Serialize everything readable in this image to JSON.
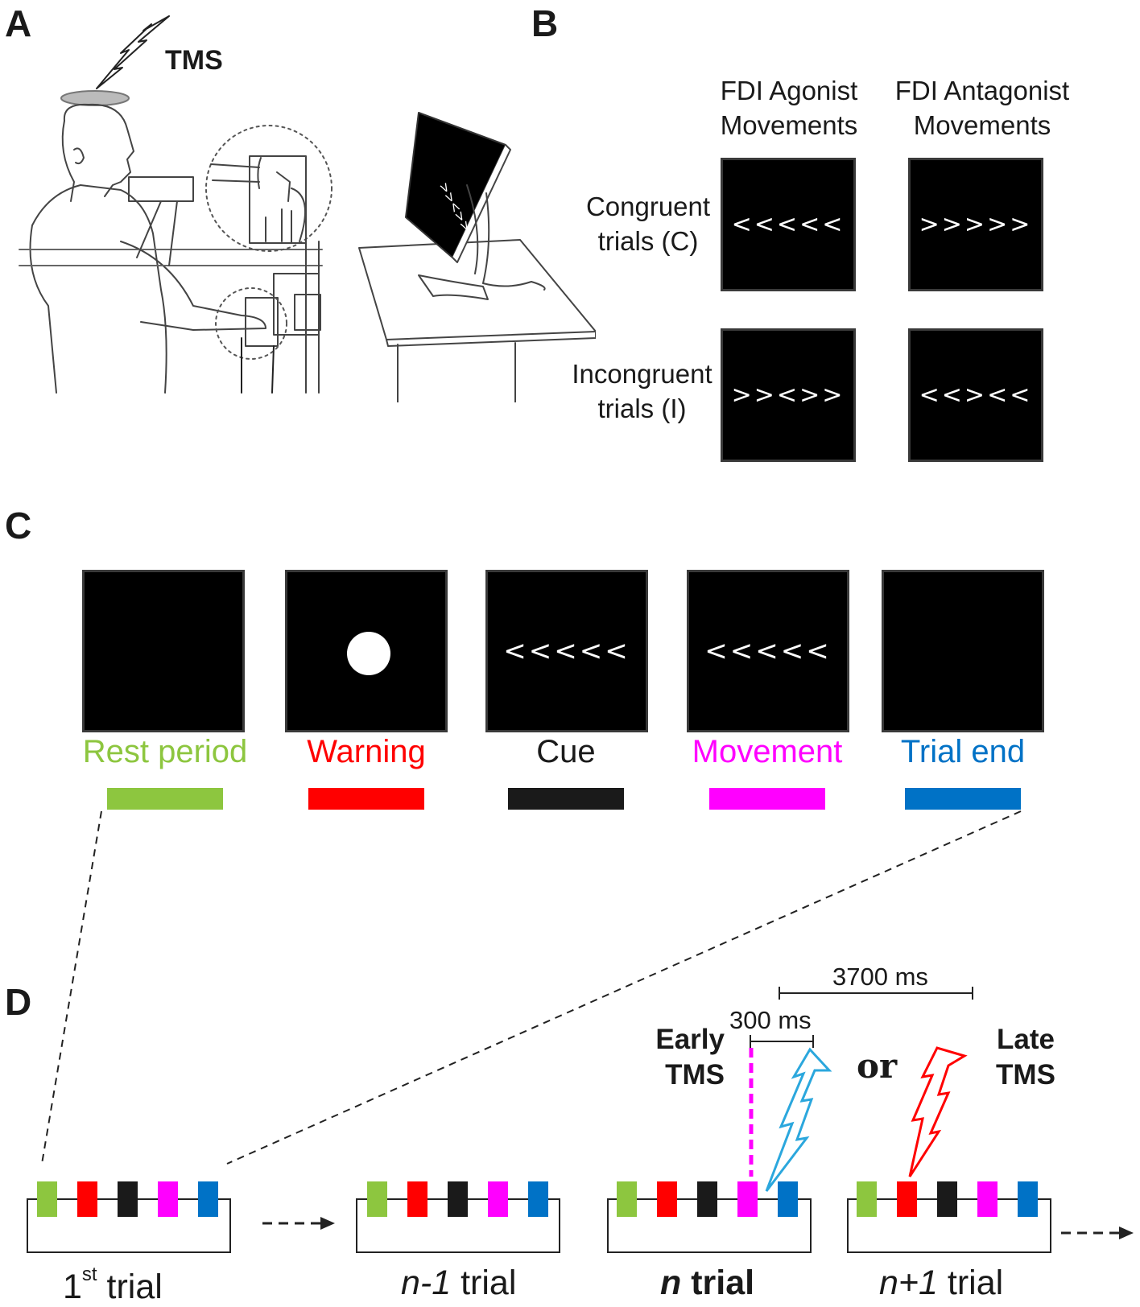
{
  "panels": {
    "a": "A",
    "b": "B",
    "c": "C",
    "d": "D"
  },
  "panel_a": {
    "tms_label": "TMS",
    "monitor_arrows": ">><>>"
  },
  "panel_b": {
    "col_agonist": [
      "FDI Agonist",
      "Movements"
    ],
    "col_antagonist": [
      "FDI Antagonist",
      "Movements"
    ],
    "row_congruent": [
      "Congruent",
      "trials (C)"
    ],
    "row_incongruent": [
      "Incongruent",
      "trials (I)"
    ],
    "screens": {
      "congruent_agonist": "<<<<<",
      "congruent_antagonist": ">>>>>",
      "incongruent_agonist": ">><>>",
      "incongruent_antagonist": "<<><<"
    }
  },
  "panel_c": {
    "phases": [
      {
        "label": "Rest period",
        "color": "#8dc63f",
        "screen": ""
      },
      {
        "label": "Warning",
        "color": "#ff0000",
        "screen": "circle"
      },
      {
        "label": "Cue",
        "color": "#1a1a1a",
        "screen": "<<<<<"
      },
      {
        "label": "Movement",
        "color": "#ff00ff",
        "screen": "<<<<<"
      },
      {
        "label": "Trial end",
        "color": "#0072c6",
        "screen": ""
      }
    ]
  },
  "panel_d": {
    "span_long": "3700 ms",
    "span_short": "300 ms",
    "early_tms": [
      "Early",
      "TMS"
    ],
    "or_text": "or",
    "late_tms": [
      "Late",
      "TMS"
    ],
    "tms_colors": {
      "early": "#2ba7dd",
      "late": "#ff0000"
    },
    "trials": [
      {
        "main": "1",
        "sup": "st",
        "rest": " trial"
      },
      {
        "italic": "n-1",
        "rest": " trial"
      },
      {
        "bold_italic": "n",
        "bold": " trial"
      },
      {
        "italic": "n+1",
        "rest": " trial"
      }
    ]
  }
}
